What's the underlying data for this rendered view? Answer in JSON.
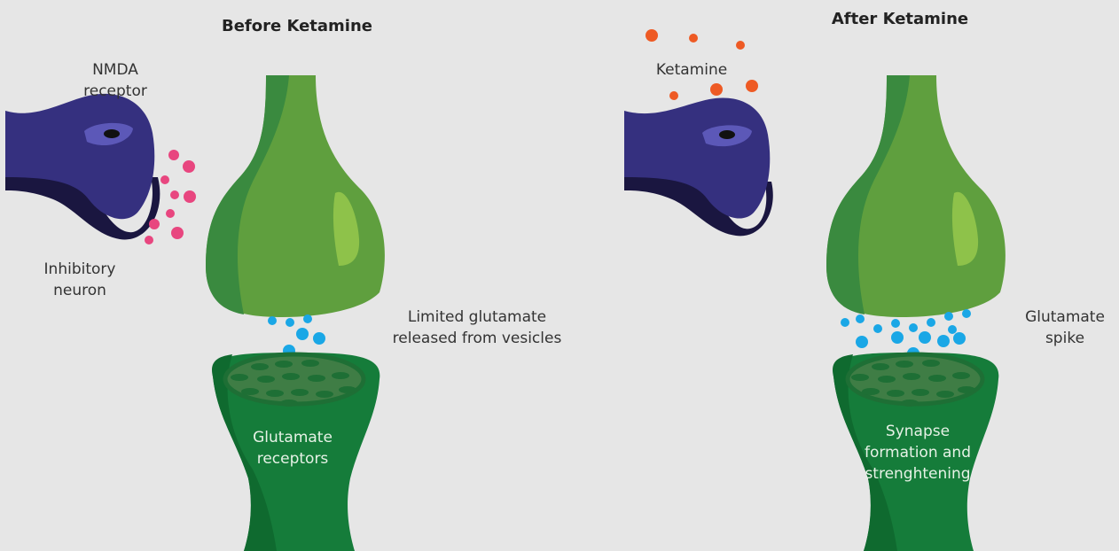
{
  "colors": {
    "background": "#e6e6e6",
    "presynaptic_light": "#5f9f3e",
    "presynaptic_dark": "#3a8a3f",
    "presynaptic_highlight": "#8ec24a",
    "postsynaptic": "#157c3a",
    "postsynaptic_dark": "#0f6a2f",
    "receptor_disc": "#3f7d45",
    "receptor_spot": "#1e6f35",
    "neuron_purple": "#35307f",
    "neuron_shadow": "#1a1640",
    "neuron_eye": "#5c58b8",
    "inhibitory_dots": "#e8467f",
    "glutamate_dots": "#1aa7e6",
    "ketamine_dots": "#ee5a24"
  },
  "before": {
    "title": "Before Ketamine",
    "nmda_label": "NMDA\nreceptor",
    "inhibitory_label": "Inhibitory\nneuron",
    "glutamate_label": "Limited glutamate\nreleased from vesicles",
    "receptors_label": "Glutamate\nreceptors"
  },
  "after": {
    "title": "After Ketamine",
    "ketamine_label": "Ketamine",
    "spike_label": "Glutamate\nspike",
    "synapse_label": "Synapse\nformation and\nstrenghtening"
  }
}
